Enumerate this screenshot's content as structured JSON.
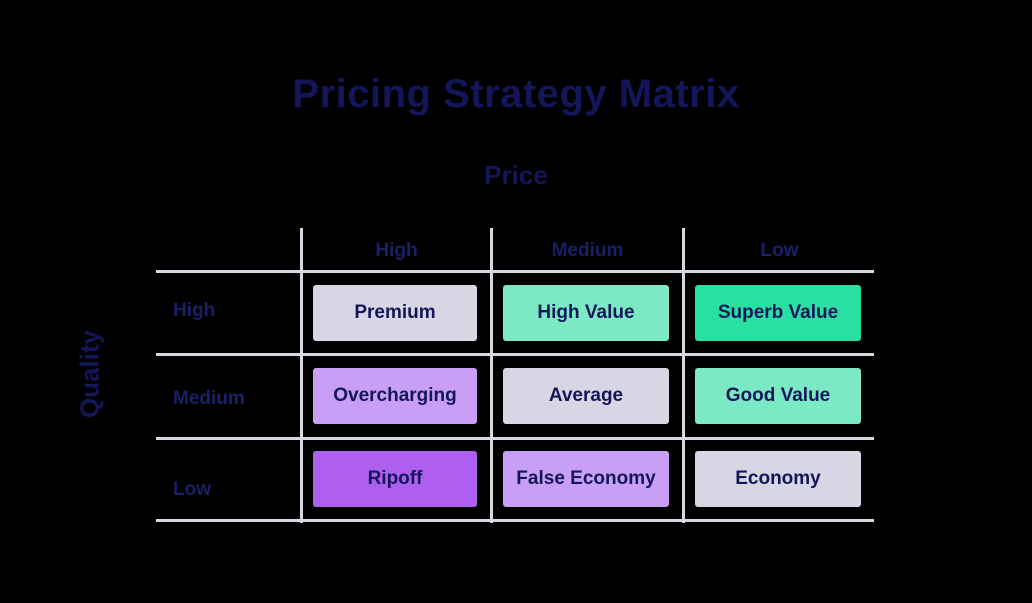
{
  "title": "Pricing Strategy Matrix",
  "axes": {
    "x_label": "Price",
    "y_label": "Quality"
  },
  "matrix": {
    "columns": [
      "High",
      "Medium",
      "Low"
    ],
    "rows": [
      "High",
      "Medium",
      "Low"
    ],
    "cells": [
      [
        {
          "label": "Premium",
          "color": "#D8D5E4"
        },
        {
          "label": "High Value",
          "color": "#7BE9C3"
        },
        {
          "label": "Superb Value",
          "color": "#29E0A3"
        }
      ],
      [
        {
          "label": "Overcharging",
          "color": "#C99EF5"
        },
        {
          "label": "Average",
          "color": "#D8D5E4"
        },
        {
          "label": "Good Value",
          "color": "#7BE9C3"
        }
      ],
      [
        {
          "label": "Ripoff",
          "color": "#AE5FF0"
        },
        {
          "label": "False Economy",
          "color": "#C99EF5"
        },
        {
          "label": "Economy",
          "color": "#D8D5E4"
        }
      ]
    ]
  },
  "colors": {
    "background": "#000000",
    "text_navy": "#131759",
    "grid_line": "#D8D7E2"
  }
}
